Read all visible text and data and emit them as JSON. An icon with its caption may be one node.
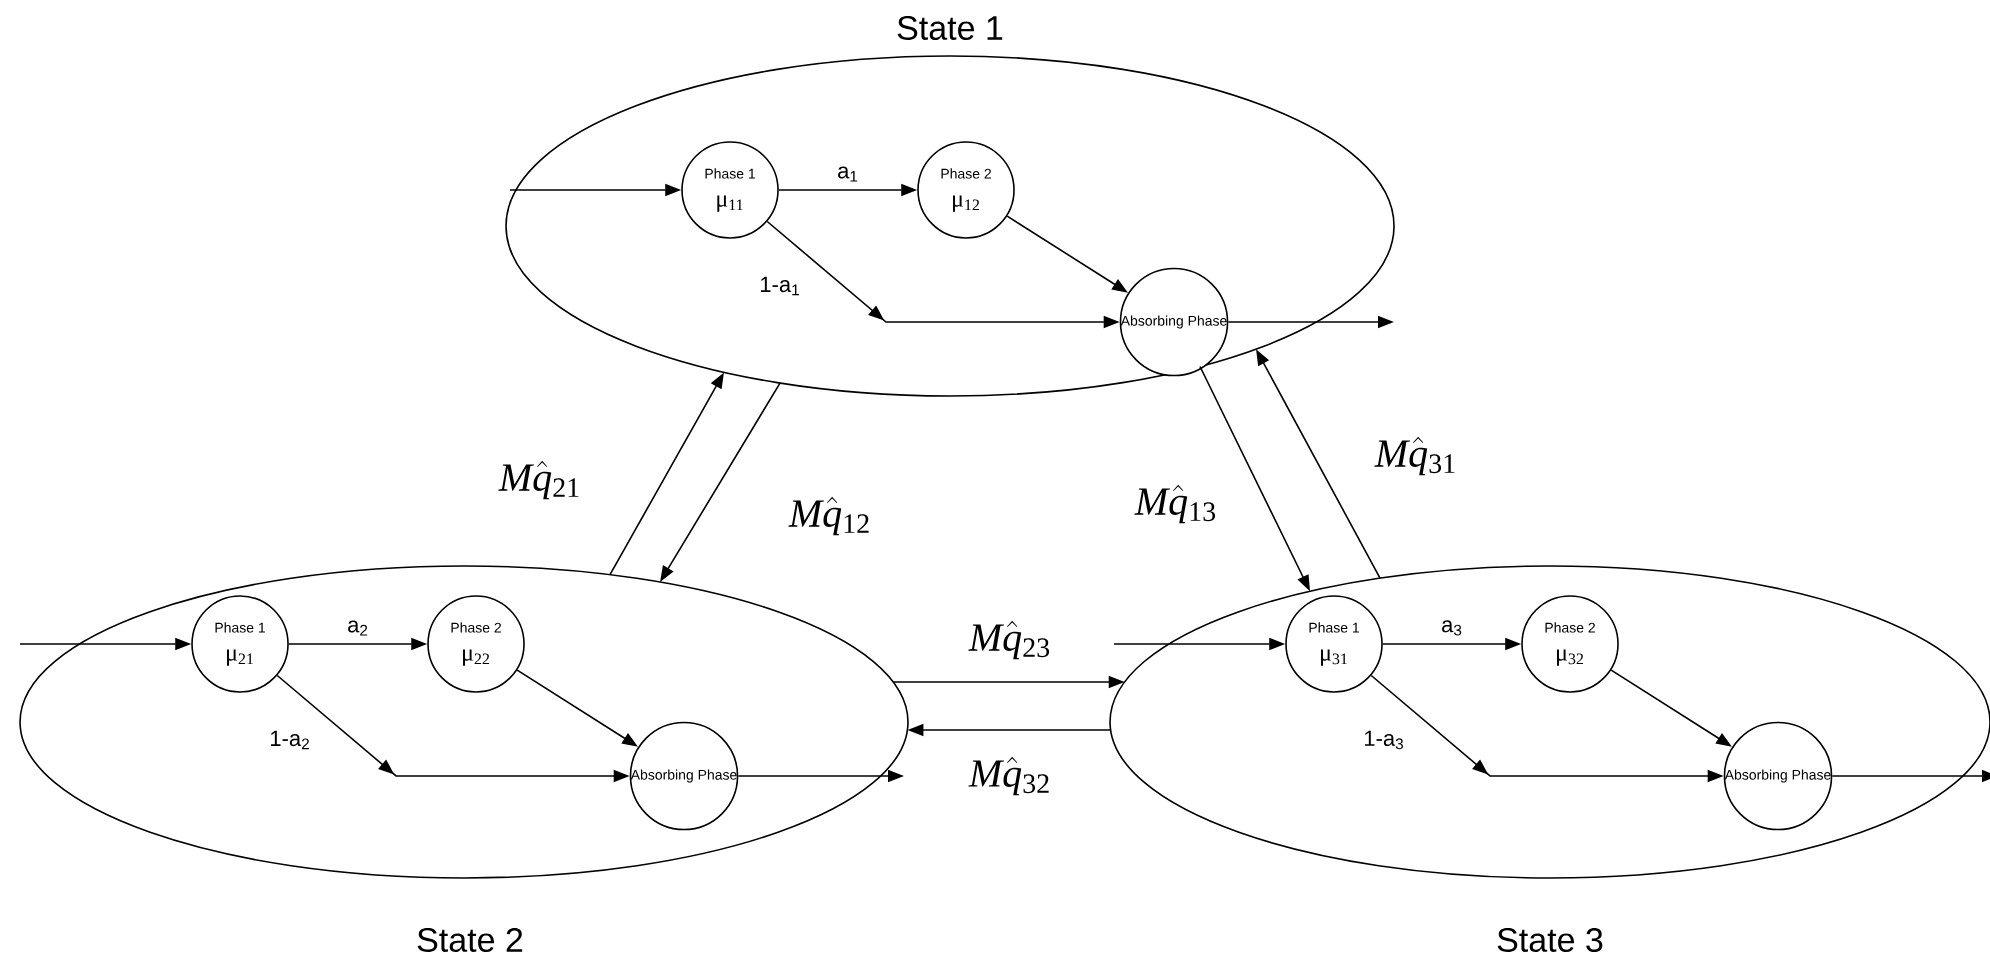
{
  "diagram": {
    "nodes": [
      {
        "text": [
          "State 1"
        ]
      },
      {
        "text": [
          "Phase 1",
          "μ$_{11}$"
        ],
        "in": 0
      },
      {
        "text": [
          "Phase 2",
          "μ$_{12}$"
        ],
        "in": 0
      },
      {
        "text": [
          "Absorbing Phase"
        ],
        "in": 0
      },
      {
        "text": [
          "State 2"
        ]
      },
      {
        "text": [
          "Phase 1",
          "μ$_{21}$"
        ],
        "in": 4
      },
      {
        "text": [
          "Phase 2",
          "μ$_{22}$"
        ],
        "in": 4
      },
      {
        "text": [
          "Absorbing Phase"
        ],
        "in": 4
      },
      {
        "text": [
          "State 3"
        ]
      },
      {
        "text": [
          "Phase 1",
          "μ$_{31}$"
        ],
        "in": 8
      },
      {
        "text": [
          "Phase 2",
          "μ$_{32}$"
        ],
        "in": 8
      },
      {
        "text": [
          "Absorbing Phase"
        ],
        "in": 8
      }
    ],
    "edges": [
      {
        "from": null,
        "to": 1,
        "arrow": "to"
      },
      {
        "from": 1,
        "to": 2,
        "arrow": "to",
        "label": "a$_{1}$"
      },
      {
        "from": 2,
        "to": 3,
        "arrow": "to"
      },
      {
        "from": 1,
        "to": 3,
        "arrow": "to",
        "label": "1-a$_{1}$"
      },
      {
        "from": 3,
        "to": null,
        "arrow": "to"
      },
      {
        "from": null,
        "to": 5,
        "arrow": "to"
      },
      {
        "from": 5,
        "to": 6,
        "arrow": "to",
        "label": "a$_{2}$"
      },
      {
        "from": 6,
        "to": 7,
        "arrow": "to"
      },
      {
        "from": 5,
        "to": 7,
        "arrow": "to",
        "label": "1-a$_{2}$"
      },
      {
        "from": 7,
        "to": null,
        "arrow": "to"
      },
      {
        "from": null,
        "to": 9,
        "arrow": "to"
      },
      {
        "from": 9,
        "to": 10,
        "arrow": "to",
        "label": "a$_{3}$"
      },
      {
        "from": 10,
        "to": 11,
        "arrow": "to"
      },
      {
        "from": 9,
        "to": 11,
        "arrow": "to",
        "label": "1-a$_{3}$"
      },
      {
        "from": 11,
        "to": null,
        "arrow": "to"
      },
      {
        "from": 4,
        "to": 0,
        "arrow": "to",
        "label": "M\\hat{q}_{21}"
      },
      {
        "from": 0,
        "to": 4,
        "arrow": "to",
        "label": "M\\hat{q}_{12}"
      },
      {
        "from": 0,
        "to": 8,
        "arrow": "to",
        "label": "M\\hat{q}_{13}"
      },
      {
        "from": 8,
        "to": 0,
        "arrow": "to",
        "label": "M\\hat{q}_{31}"
      },
      {
        "from": 4,
        "to": 8,
        "arrow": "to",
        "label": "M\\hat{q}_{23}"
      },
      {
        "from": 8,
        "to": 4,
        "arrow": "to",
        "label": "M\\hat{q}_{32}"
      }
    ]
  }
}
